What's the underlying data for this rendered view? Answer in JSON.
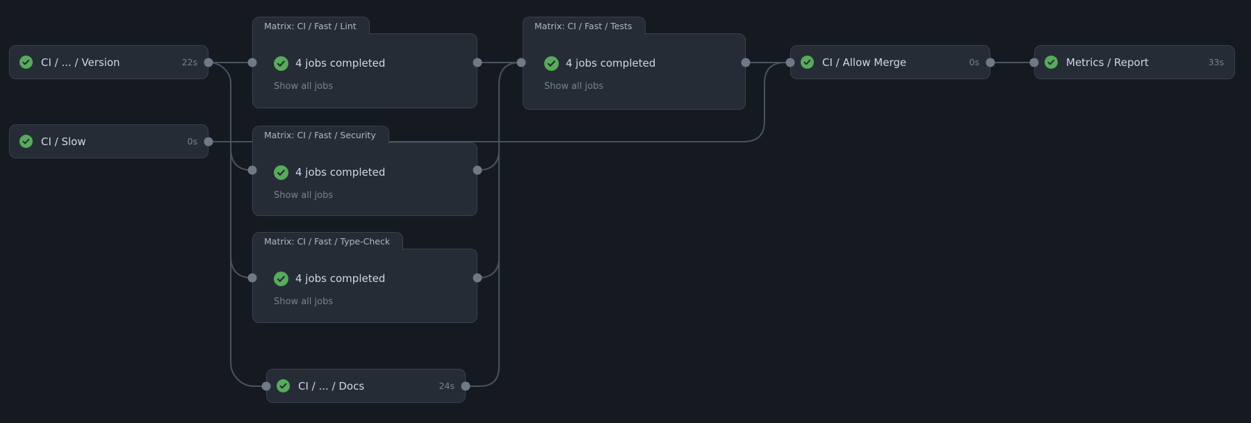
{
  "graph": {
    "nodes": {
      "version": {
        "label": "CI / ... / Version",
        "duration": "22s",
        "status": "success"
      },
      "slow": {
        "label": "CI / Slow",
        "duration": "0s",
        "status": "success"
      },
      "docs": {
        "label": "CI / ... / Docs",
        "duration": "24s",
        "status": "success"
      },
      "allow_merge": {
        "label": "CI / Allow Merge",
        "duration": "0s",
        "status": "success"
      },
      "metrics": {
        "label": "Metrics / Report",
        "duration": "33s",
        "status": "success"
      }
    },
    "groups": {
      "lint": {
        "title": "Matrix: CI / Fast / Lint",
        "summary": "4 jobs completed",
        "link": "Show all jobs",
        "status": "success"
      },
      "tests": {
        "title": "Matrix: CI / Fast / Tests",
        "summary": "4 jobs completed",
        "link": "Show all jobs",
        "status": "success"
      },
      "security": {
        "title": "Matrix: CI / Fast / Security",
        "summary": "4 jobs completed",
        "link": "Show all jobs",
        "status": "success"
      },
      "type_check": {
        "title": "Matrix: CI / Fast / Type-Check",
        "summary": "4 jobs completed",
        "link": "Show all jobs",
        "status": "success"
      }
    }
  },
  "colors": {
    "background": "#151a21",
    "node_fill": "#262c36",
    "node_border": "#3b424d",
    "edge_color": "#4b535e",
    "dot_color": "#6e7a88",
    "success_green": "#57ab5a",
    "text_primary": "#cdd9e5",
    "text_muted": "#768390",
    "tab_text": "#adb9c5"
  }
}
